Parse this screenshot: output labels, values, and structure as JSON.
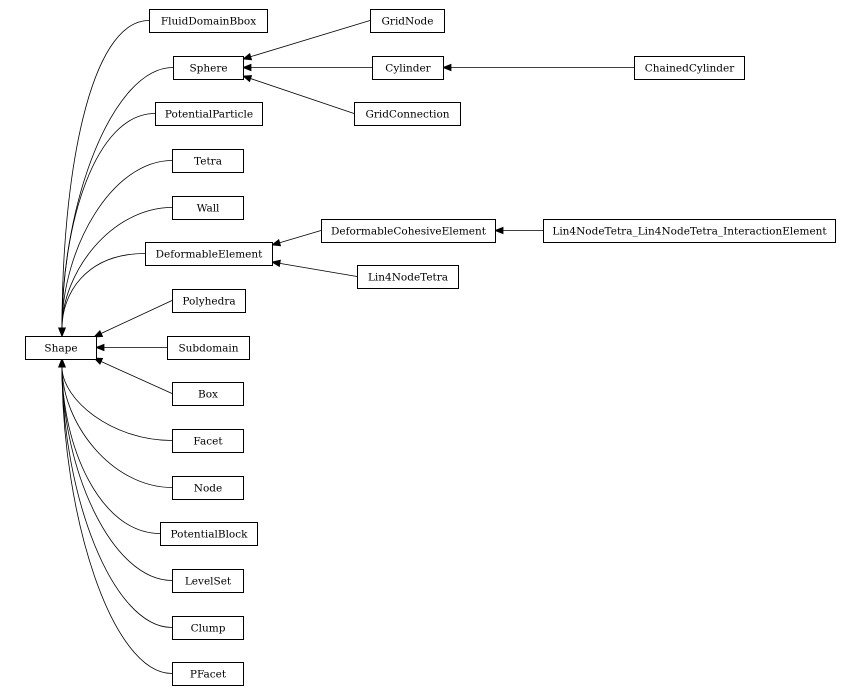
{
  "diagram": {
    "nodes": [
      {
        "id": "Shape",
        "label": "Shape"
      },
      {
        "id": "FluidDomainBbox",
        "label": "FluidDomainBbox"
      },
      {
        "id": "Sphere",
        "label": "Sphere"
      },
      {
        "id": "PotentialParticle",
        "label": "PotentialParticle"
      },
      {
        "id": "Tetra",
        "label": "Tetra"
      },
      {
        "id": "Wall",
        "label": "Wall"
      },
      {
        "id": "DeformableElement",
        "label": "DeformableElement"
      },
      {
        "id": "Polyhedra",
        "label": "Polyhedra"
      },
      {
        "id": "Subdomain",
        "label": "Subdomain"
      },
      {
        "id": "Box",
        "label": "Box"
      },
      {
        "id": "Facet",
        "label": "Facet"
      },
      {
        "id": "Node",
        "label": "Node"
      },
      {
        "id": "PotentialBlock",
        "label": "PotentialBlock"
      },
      {
        "id": "LevelSet",
        "label": "LevelSet"
      },
      {
        "id": "Clump",
        "label": "Clump"
      },
      {
        "id": "PFacet",
        "label": "PFacet"
      },
      {
        "id": "GridNode",
        "label": "GridNode"
      },
      {
        "id": "Cylinder",
        "label": "Cylinder"
      },
      {
        "id": "GridConnection",
        "label": "GridConnection"
      },
      {
        "id": "ChainedCylinder",
        "label": "ChainedCylinder"
      },
      {
        "id": "DeformableCohesiveElement",
        "label": "DeformableCohesiveElement"
      },
      {
        "id": "Lin4NodeTetra",
        "label": "Lin4NodeTetra"
      },
      {
        "id": "Lin4NodeTetra_Lin4NodeTetra_InteractionElement",
        "label": "Lin4NodeTetra_Lin4NodeTetra_InteractionElement"
      }
    ],
    "edges": [
      {
        "from": "FluidDomainBbox",
        "to": "Shape"
      },
      {
        "from": "Sphere",
        "to": "Shape"
      },
      {
        "from": "PotentialParticle",
        "to": "Shape"
      },
      {
        "from": "Tetra",
        "to": "Shape"
      },
      {
        "from": "Wall",
        "to": "Shape"
      },
      {
        "from": "DeformableElement",
        "to": "Shape"
      },
      {
        "from": "Polyhedra",
        "to": "Shape"
      },
      {
        "from": "Subdomain",
        "to": "Shape"
      },
      {
        "from": "Box",
        "to": "Shape"
      },
      {
        "from": "Facet",
        "to": "Shape"
      },
      {
        "from": "Node",
        "to": "Shape"
      },
      {
        "from": "PotentialBlock",
        "to": "Shape"
      },
      {
        "from": "LevelSet",
        "to": "Shape"
      },
      {
        "from": "Clump",
        "to": "Shape"
      },
      {
        "from": "PFacet",
        "to": "Shape"
      },
      {
        "from": "GridNode",
        "to": "Sphere"
      },
      {
        "from": "Cylinder",
        "to": "Sphere"
      },
      {
        "from": "GridConnection",
        "to": "Sphere"
      },
      {
        "from": "ChainedCylinder",
        "to": "Cylinder"
      },
      {
        "from": "DeformableCohesiveElement",
        "to": "DeformableElement"
      },
      {
        "from": "Lin4NodeTetra",
        "to": "DeformableElement"
      },
      {
        "from": "Lin4NodeTetra_Lin4NodeTetra_InteractionElement",
        "to": "DeformableCohesiveElement"
      }
    ]
  }
}
